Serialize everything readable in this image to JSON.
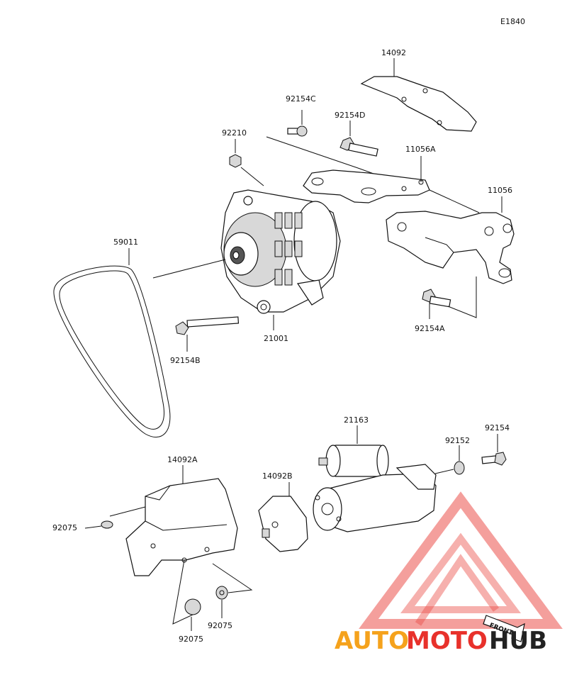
{
  "diagram_code": "E1840",
  "labels": {
    "p14092": "14092",
    "p92154C": "92154C",
    "p92154D": "92154D",
    "p92210": "92210",
    "p11056A": "11056A",
    "p11056": "11056",
    "p59011": "59011",
    "p21001": "21001",
    "p92154A": "92154A",
    "p92154B": "92154B",
    "p21163": "21163",
    "p92152": "92152",
    "p92154": "92154",
    "p14092A": "14092A",
    "p14092B": "14092B",
    "p92075_left": "92075",
    "p92075_right": "92075",
    "p92075_bottom": "92075"
  },
  "front_marker": "FRONT",
  "watermark": {
    "word_part1": "AUTO",
    "word_part2": "MOTO",
    "word_part3": "HUB",
    "color_orange": "#f5a21c",
    "color_red": "#e8312b",
    "color_dark": "#222222"
  }
}
